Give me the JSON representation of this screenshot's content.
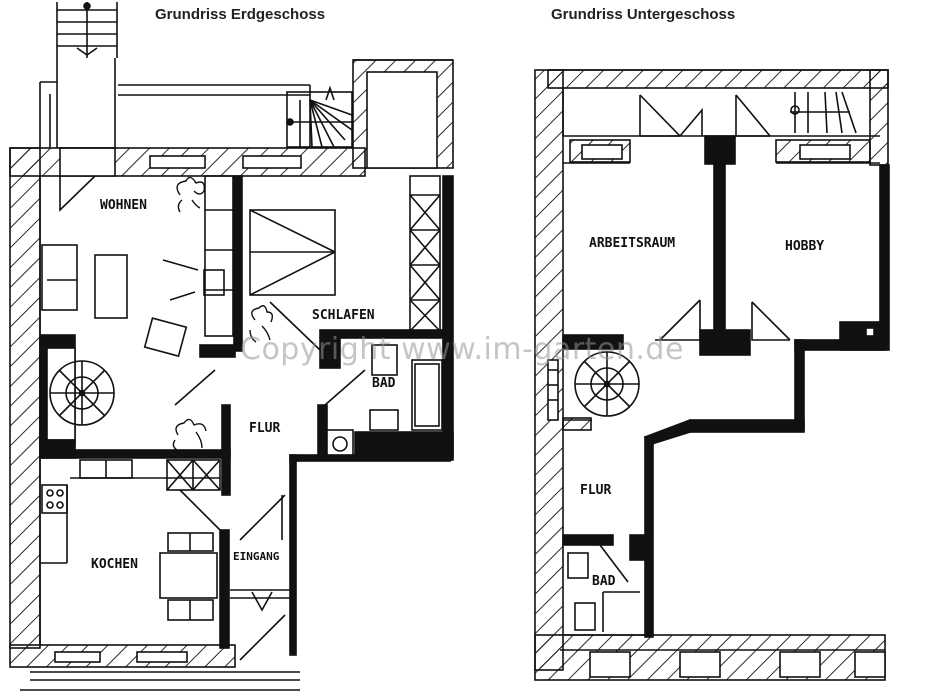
{
  "titles": {
    "left": "Grundriss Erdgeschoss",
    "right": "Grundriss Untergeschoss"
  },
  "erdgeschoss": {
    "rooms": {
      "wohnen": "WOHNEN",
      "schlafen": "SCHLAFEN",
      "bad": "BAD",
      "flur": "FLUR",
      "kochen": "KOCHEN",
      "eingang": "EINGANG"
    }
  },
  "untergeschoss": {
    "rooms": {
      "arbeitsraum": "ARBEITSRAUM",
      "hobby": "HOBBY",
      "flur": "FLUR",
      "bad": "BAD"
    }
  },
  "watermark": "Copyright www.im-garten.de",
  "colors": {
    "line": "#111111",
    "background": "#ffffff",
    "watermark": "#969696"
  }
}
